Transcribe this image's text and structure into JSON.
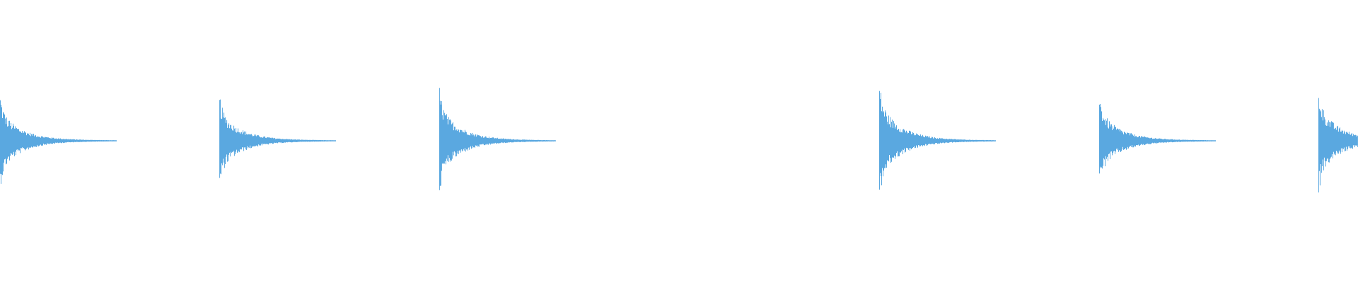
{
  "waveform": {
    "color": "#5aa8e0",
    "background": "#ffffff",
    "hits": [
      {
        "onset": 0.0,
        "peak_up": 0.73,
        "peak_down": 0.73
      },
      {
        "onset": 0.1615,
        "peak_up": 0.73,
        "peak_down": 0.73
      },
      {
        "onset": 0.3234,
        "peak_up": 0.85,
        "peak_down": 0.85
      },
      {
        "onset": 0.6474,
        "peak_up": 0.93,
        "peak_down": 0.93
      },
      {
        "onset": 0.8094,
        "peak_up": 0.73,
        "peak_down": 0.73
      },
      {
        "onset": 0.9708,
        "peak_up": 0.85,
        "peak_down": 0.85
      }
    ]
  }
}
